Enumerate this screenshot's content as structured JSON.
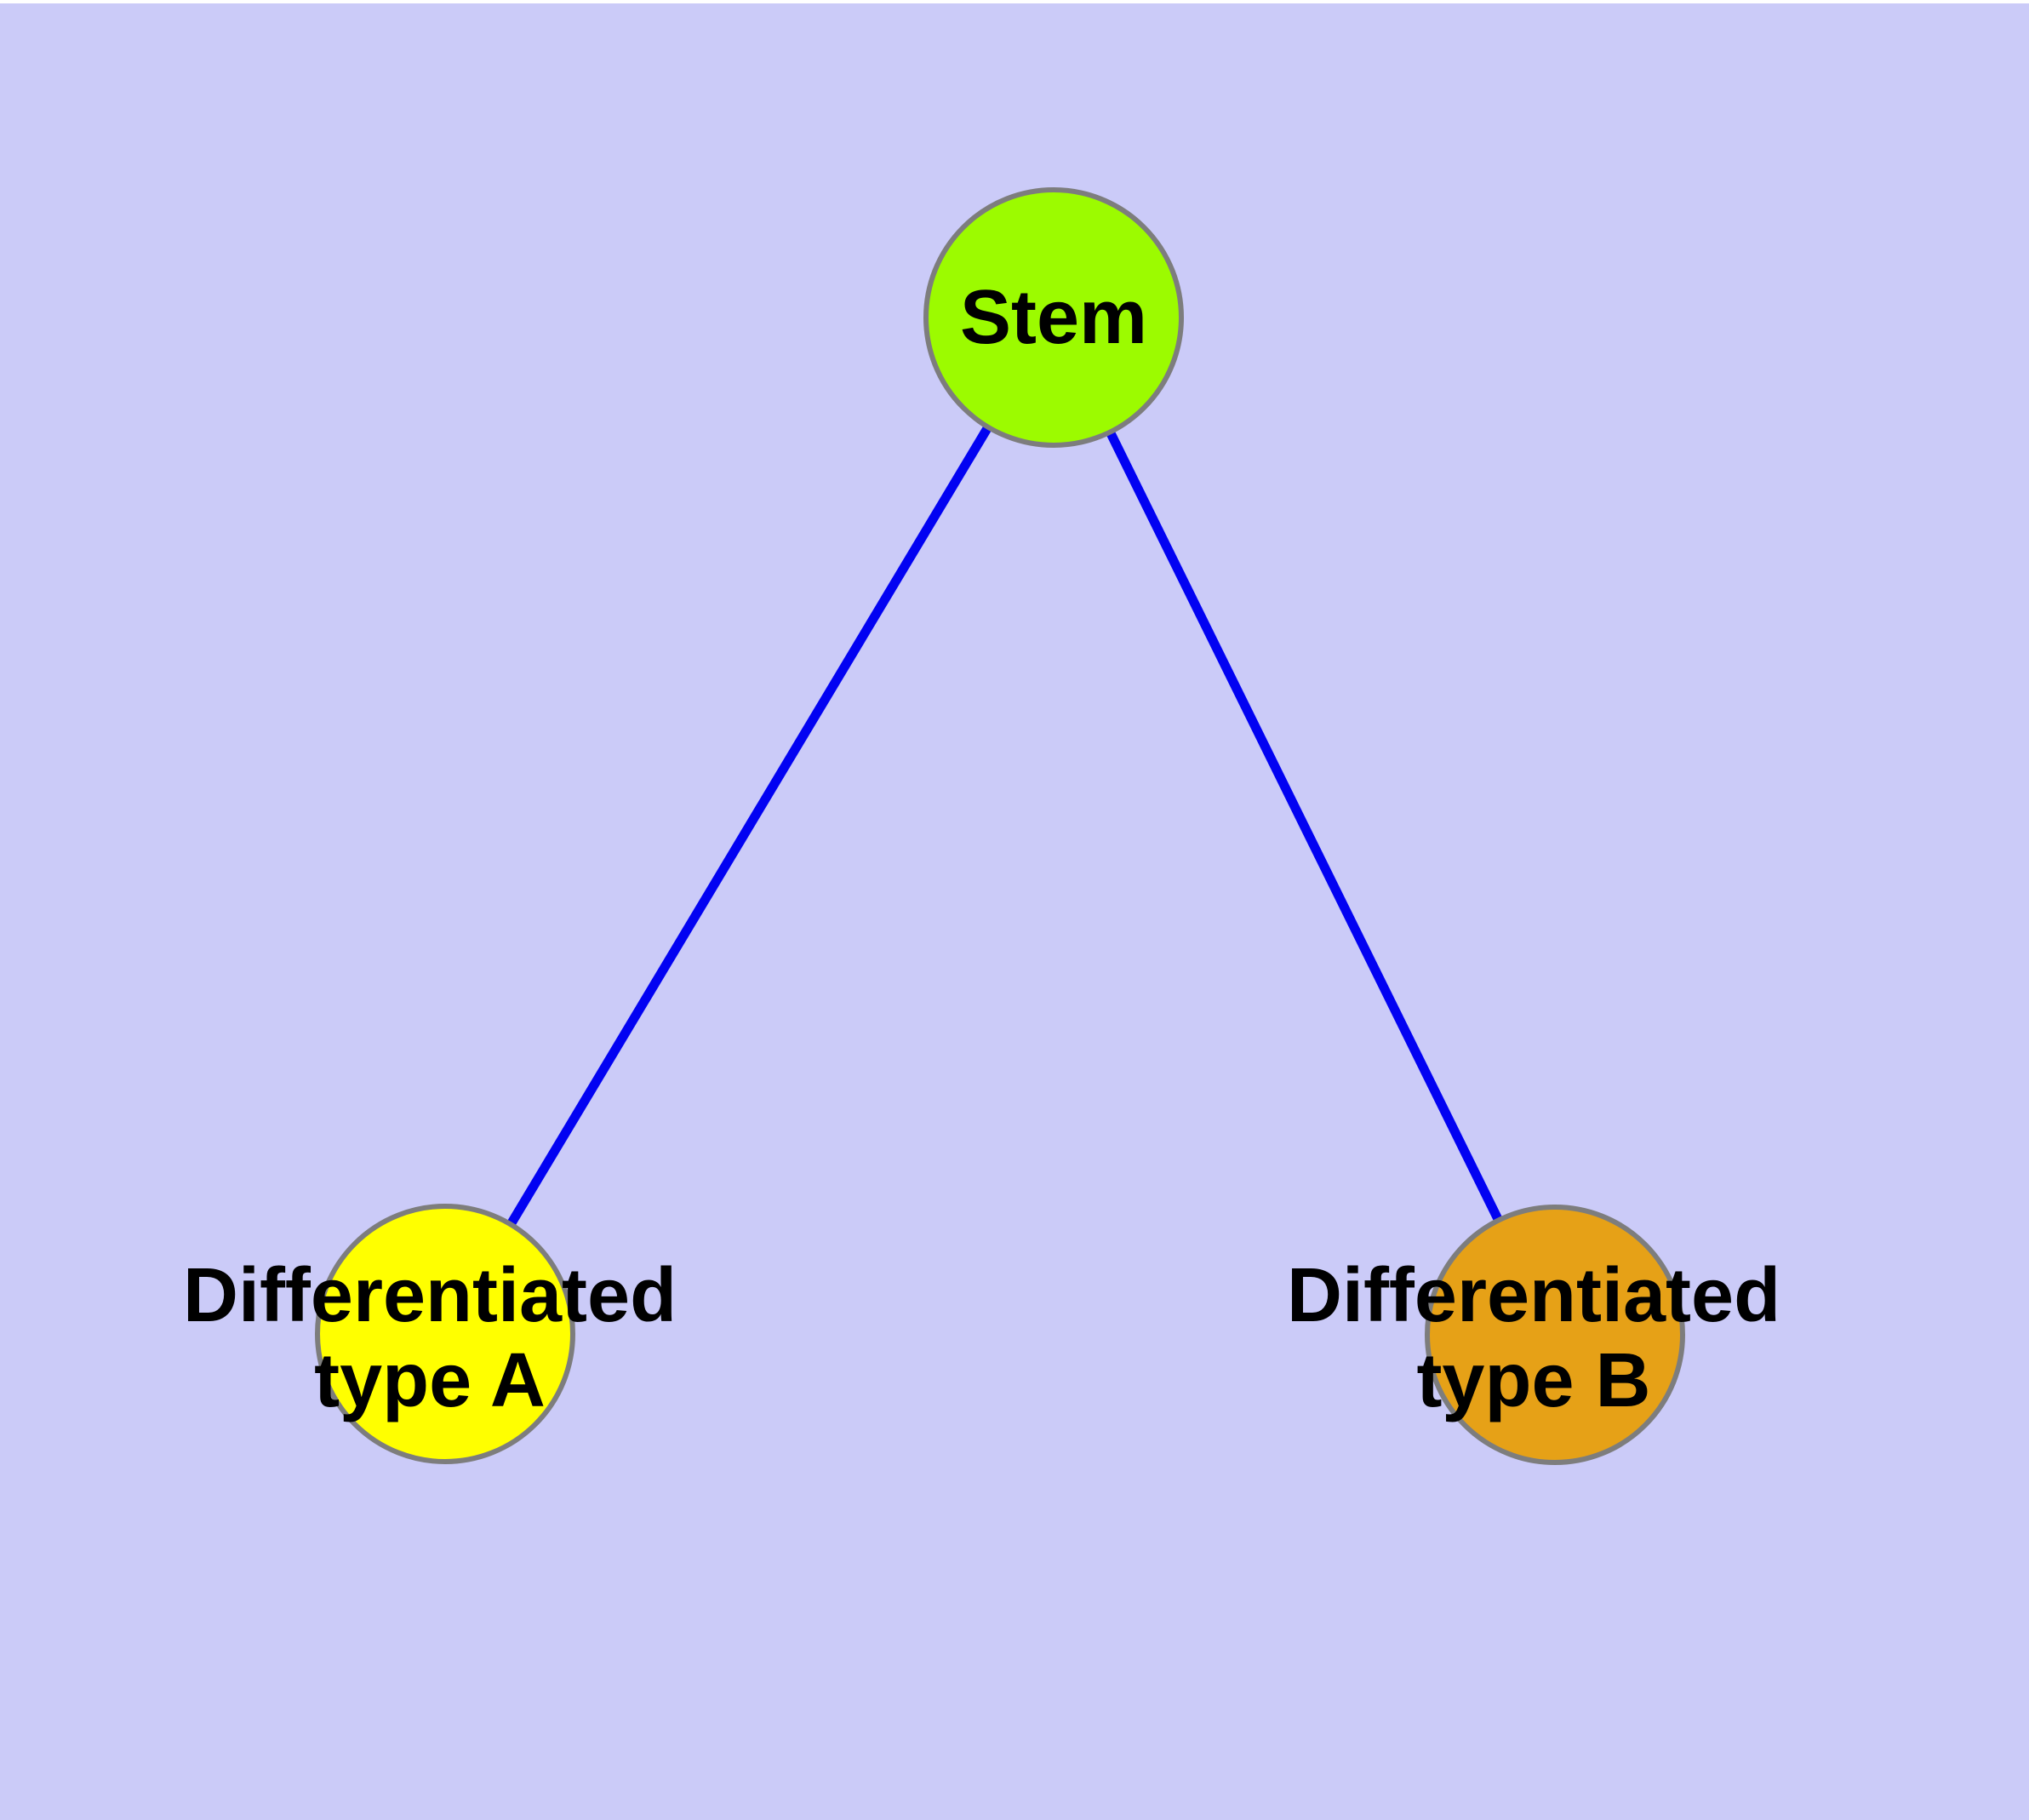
{
  "diagram": {
    "type": "graph",
    "background_color": "#CBCBF8",
    "text_color": "#000000",
    "nodes": [
      {
        "id": "stem",
        "label": "Stem",
        "label_lines": [
          "Stem"
        ],
        "fill": "#9CFB00",
        "border": "#7D7D7D"
      },
      {
        "id": "differentiated-type-a",
        "label": "Differentiated type A",
        "label_lines": [
          "Differentiated",
          "type A"
        ],
        "fill": "#FFFF00",
        "border": "#7D7D7D"
      },
      {
        "id": "differentiated-type-b",
        "label": "Differentiated type B",
        "label_lines": [
          "Differentiated",
          "type B"
        ],
        "fill": "#E6A117",
        "border": "#7D7D7D"
      }
    ],
    "edges": [
      {
        "from": "Stem",
        "to": "Differentiated type A",
        "color": "#0202F2"
      },
      {
        "from": "Stem",
        "to": "Differentiated type B",
        "color": "#0202F2"
      }
    ]
  }
}
